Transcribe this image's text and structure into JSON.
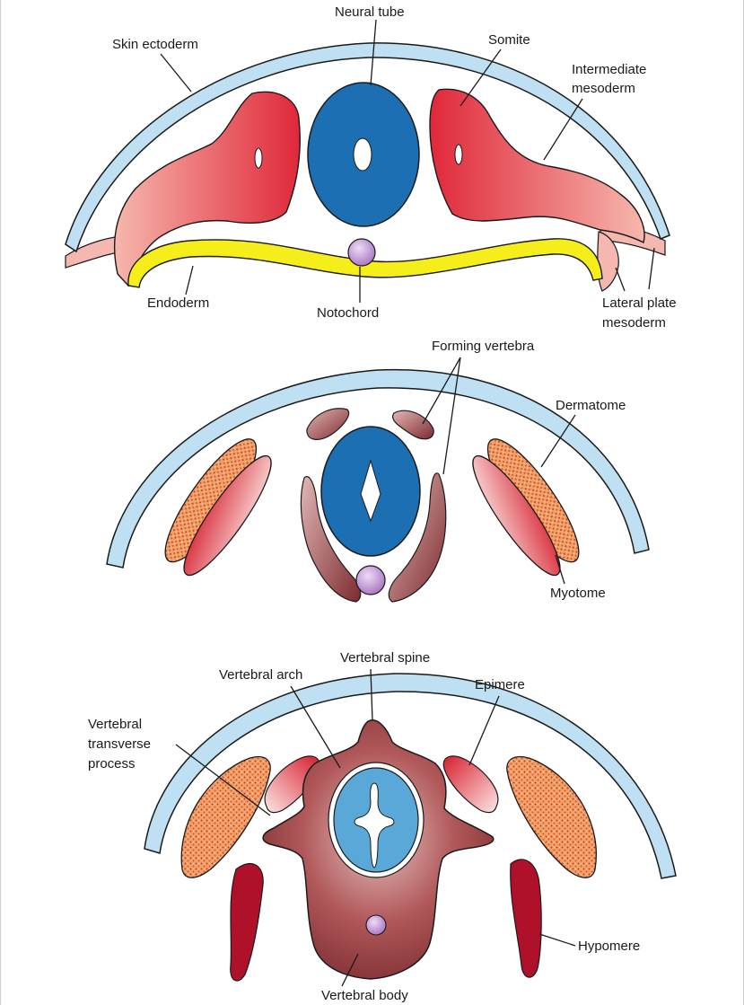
{
  "labels": {
    "panel1": {
      "neural_tube": "Neural tube",
      "skin_ectoderm": "Skin ectoderm",
      "somite": "Somite",
      "intermediate_line1": "Intermediate",
      "intermediate_line2": "mesoderm",
      "endoderm": "Endoderm",
      "notochord": "Notochord",
      "lateral_line1": "Lateral plate",
      "lateral_line2": "mesoderm"
    },
    "panel2": {
      "forming_vertebra": "Forming vertebra",
      "dermatome": "Dermatome",
      "myotome": "Myotome"
    },
    "panel3": {
      "vertebral_spine": "Vertebral spine",
      "vertebral_arch": "Vertebral arch",
      "epimere": "Epimere",
      "transverse_line1": "Vertebral",
      "transverse_line2": "transverse",
      "transverse_line3": "process",
      "hypomere": "Hypomere",
      "vertebral_body": "Vertebral body"
    }
  },
  "colors": {
    "ectoderm": "#bfe0f2",
    "neural_tube": "#1d6fb3",
    "somite": "#e02b3c",
    "mesoderm_light": "#f4b8b0",
    "endoderm": "#f5ee1a",
    "notochord": "#c49ad8",
    "vertebra": "#8a3b3e",
    "vertebra_light": "#d8a8a8",
    "dermatome": "#e85a2b",
    "hypomere": "#b0112a",
    "canal_light": "#5aa8d8"
  }
}
